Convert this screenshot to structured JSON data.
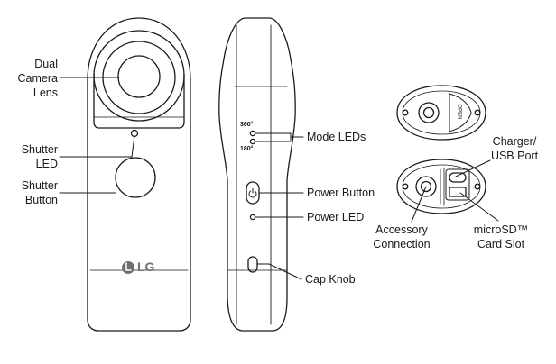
{
  "labels": {
    "dual_camera_lens": [
      "Dual",
      "Camera",
      "Lens"
    ],
    "shutter_led": [
      "Shutter",
      "LED"
    ],
    "shutter_button": [
      "Shutter",
      "Button"
    ],
    "mode_leds": "Mode LEDs",
    "power_button": "Power Button",
    "power_led": "Power LED",
    "cap_knob": "Cap Knob",
    "charger_usb_port": [
      "Charger/",
      "USB Port"
    ],
    "accessory_connection": [
      "Accessory",
      "Connection"
    ],
    "microsd_card_slot": [
      "microSD™",
      "Card Slot"
    ]
  },
  "markings": {
    "mode_360": "360°",
    "mode_180": "180°",
    "open_text": "OPEN",
    "brand": "LG"
  },
  "colors": {
    "stroke": "#1a1a1a",
    "logo_gray": "#6e6e6e"
  }
}
